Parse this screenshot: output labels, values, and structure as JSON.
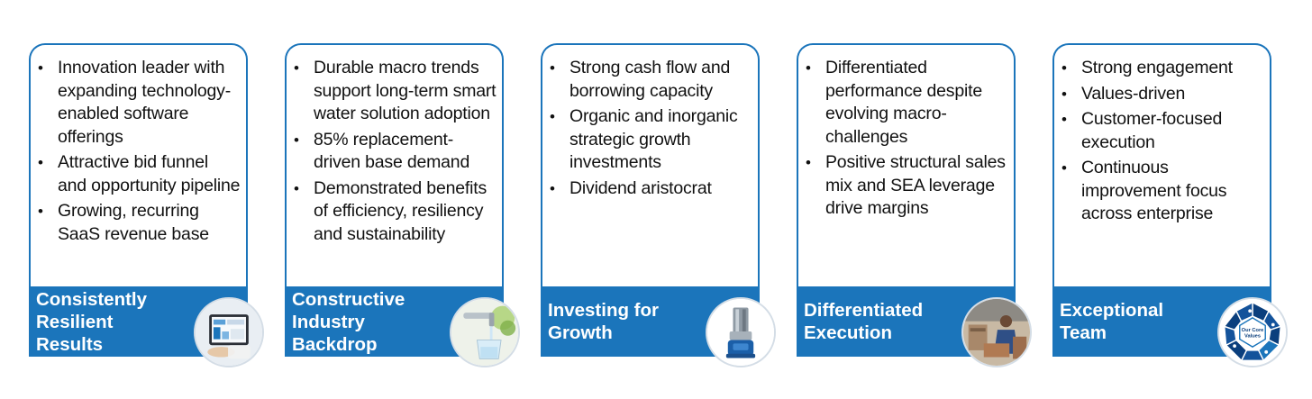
{
  "cards": [
    {
      "bullets": [
        "Innovation leader with expanding technology-enabled software offerings",
        "Attractive bid funnel and opportunity pipeline",
        "Growing, recurring SaaS revenue base"
      ],
      "title_lines": [
        "Consistently",
        "Resilient",
        "Results"
      ]
    },
    {
      "bullets": [
        "Durable macro trends support long-term smart water solution adoption",
        "85% replacement-driven base demand",
        "Demonstrated benefits of efficiency, resiliency and sustainability"
      ],
      "title_lines": [
        "Constructive",
        "Industry",
        "Backdrop"
      ]
    },
    {
      "bullets": [
        "Strong cash flow and borrowing capacity",
        "Organic and inorganic strategic growth investments",
        "Dividend aristocrat"
      ],
      "title_lines": [
        "Investing for",
        "Growth"
      ]
    },
    {
      "bullets": [
        "Differentiated performance despite evolving macro-challenges",
        "Positive structural sales mix and SEA leverage drive margins"
      ],
      "title_lines": [
        "Differentiated",
        "Execution"
      ]
    },
    {
      "bullets": [
        "Strong engagement",
        "Values-driven",
        "Customer-focused execution",
        "Continuous improvement focus across enterprise"
      ],
      "title_lines": [
        "Exceptional",
        "Team"
      ]
    }
  ],
  "values_logo": {
    "text_line1": "Our Core",
    "text_line2": "Values"
  },
  "colors": {
    "accent": "#1b75bb",
    "border": "#1b75bb",
    "text": "#111111"
  },
  "badge_icons": [
    "tablet-dashboard-image",
    "water-faucet-image",
    "meter-device-image",
    "worker-warehouse-image",
    "core-values-logo"
  ]
}
